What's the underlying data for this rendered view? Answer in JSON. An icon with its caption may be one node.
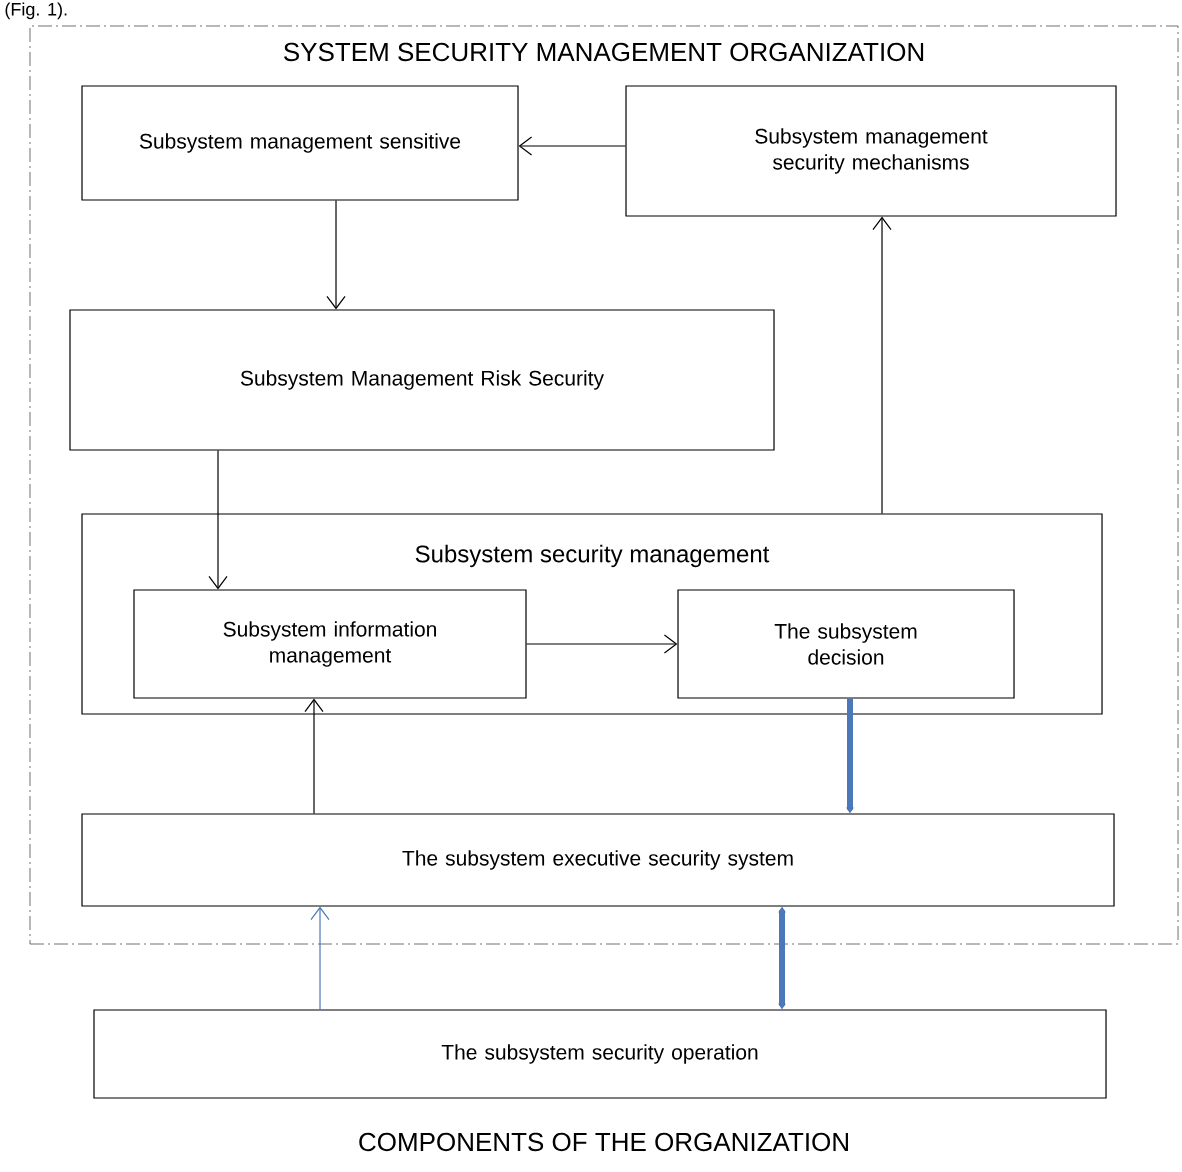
{
  "diagram": {
    "nodes": [
      {
        "text": [
          "SYSTEM SECURITY MANAGEMENT ORGANIZATION"
        ]
      },
      {
        "text": [
          "Subsystem management sensitive"
        ],
        "in": 0
      },
      {
        "text": [
          "Subsystem management security mechanisms"
        ],
        "in": 0
      },
      {
        "text": [
          "Subsystem Management Risk Security"
        ],
        "in": 0
      },
      {
        "text": [
          "Subsystem security management"
        ],
        "in": 0
      },
      {
        "text": [
          "Subsystem information management"
        ],
        "in": 4
      },
      {
        "text": [
          "The subsystem decision"
        ],
        "in": 4
      },
      {
        "text": [
          "The subsystem executive security system"
        ],
        "in": 0
      },
      {
        "text": [
          "COMPONENTS OF THE ORGANIZATION"
        ]
      },
      {
        "text": [
          "The subsystem security operation"
        ],
        "in": 8
      }
    ],
    "edges": [
      {
        "from": 2,
        "to": 1,
        "arrow": "to"
      },
      {
        "from": 1,
        "to": 3,
        "arrow": "to"
      },
      {
        "from": 3,
        "to": 5,
        "arrow": "to"
      },
      {
        "from": 4,
        "to": 2,
        "arrow": "to"
      },
      {
        "from": 5,
        "to": 6,
        "arrow": "to"
      },
      {
        "from": 7,
        "to": 5,
        "arrow": "to"
      },
      {
        "from": 6,
        "to": 7,
        "arrow": "to",
        "style": "thick",
        "color": "#4a78b8"
      },
      {
        "from": 9,
        "to": 7,
        "arrow": "to",
        "color": "#4a78b8"
      },
      {
        "from": 7,
        "to": 9,
        "arrow": "both",
        "style": "thick",
        "color": "#4a78b8"
      }
    ],
    "labels": [
      "(Fig. 1)."
    ]
  }
}
